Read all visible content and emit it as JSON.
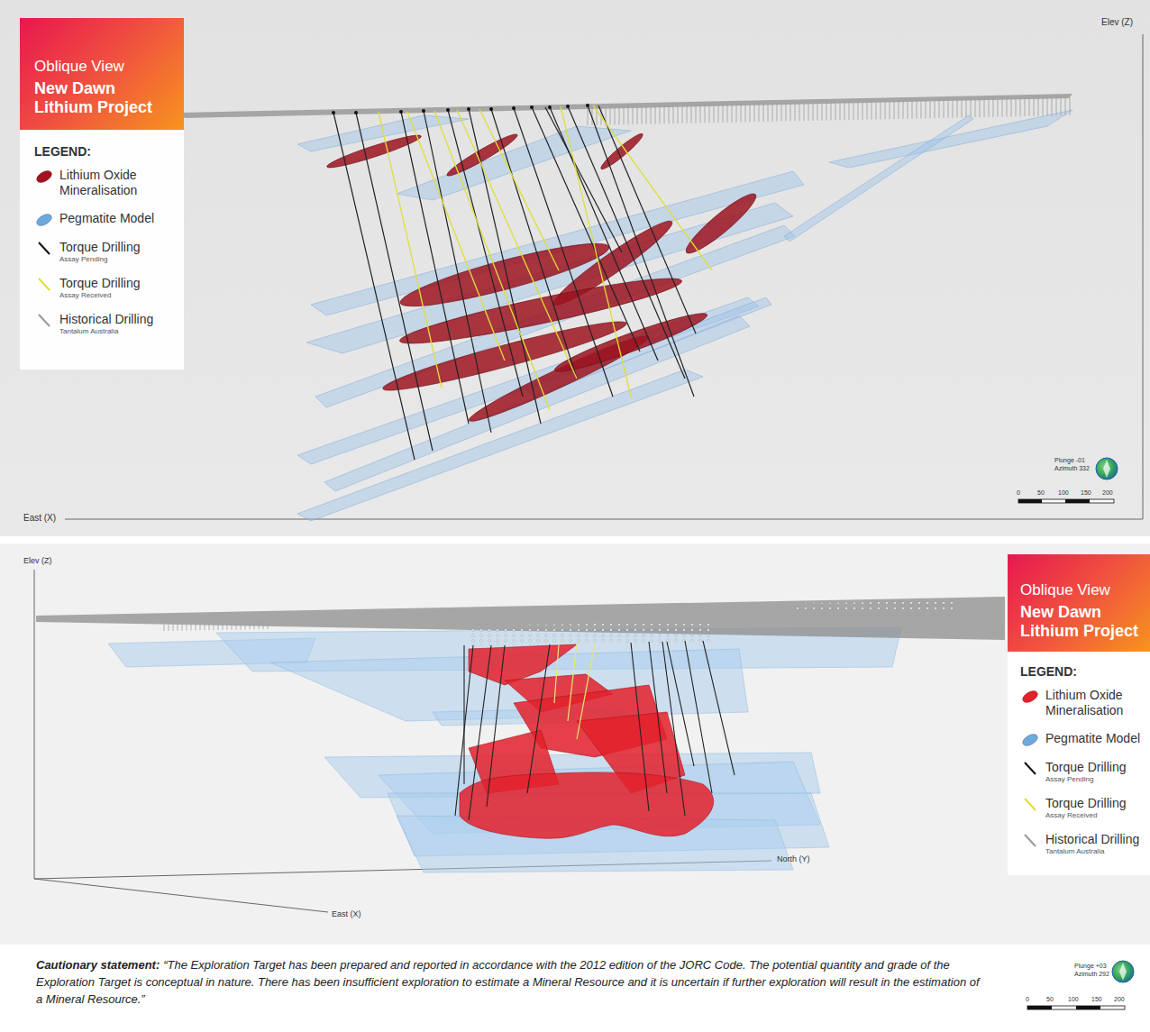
{
  "diagram": {
    "caption": "“The Exploration Target has been prepared and reported in accordance with the 2012 edition of the JORC Code. The potential quantity and grade of the Exploration Target is conceptual in nature. There has been insufficient exploration to estimate a Mineral Resource and it is uncertain if further exploration will result in the estimation of a Mineral Resource.”",
    "nodes": [
      {
        "text": [
          "Oblique View",
          "New Dawn Lithium Project"
        ]
      },
      {
        "text": [
          "Oblique View",
          "New Dawn Lithium Project"
        ]
      }
    ],
    "labels": [
      "Elev (Z)",
      "East (X)",
      "LEGEND:",
      "Assay Pending",
      "Assay Received",
      "Tantalum Australia",
      "Plunge -01",
      "Azimuth 332",
      "0",
      "50",
      "100",
      "150",
      "200",
      "Elev (Z)",
      "North (Y)",
      "East (X)",
      "LEGEND:",
      "Assay Pending",
      "Assay Received",
      "Tantalum Australia",
      "Plunge +03",
      "Azimuth 292",
      "0",
      "50",
      "100",
      "150",
      "200",
      "Cautionary statement:"
    ],
    "legend": [
      {
        "text": "Lithium Oxide Mineralisation",
        "color": "#a3121e"
      },
      {
        "text": "Pegmatite Model",
        "color": "#6fa8dc"
      },
      {
        "text": "Torque Drilling"
      },
      {
        "text": "Torque Drilling"
      },
      {
        "text": "Historical Drilling"
      },
      {
        "text": "Lithium Oxide Mineralisation",
        "color": "#e3212b"
      },
      {
        "text": "Pegmatite Model",
        "color": "#6fa8dc"
      },
      {
        "text": "Torque Drilling"
      },
      {
        "text": "Torque Drilling"
      },
      {
        "text": "Historical Drilling"
      }
    ]
  }
}
